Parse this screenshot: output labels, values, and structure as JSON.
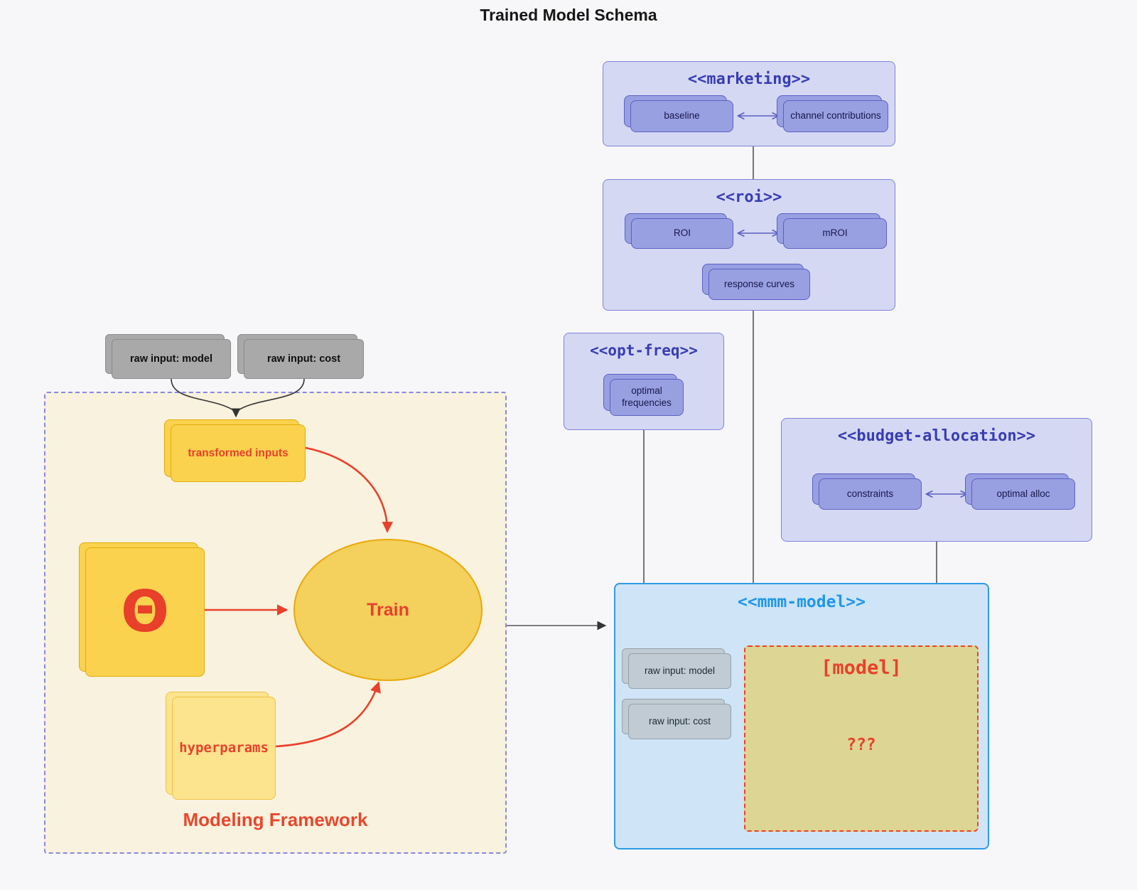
{
  "title": "Trained Model Schema",
  "marketing": {
    "title": "<<marketing>>",
    "baseline": "baseline",
    "channel": "channel contributions"
  },
  "roi": {
    "title": "<<roi>>",
    "roi": "ROI",
    "mroi": "mROI",
    "response": "response curves"
  },
  "optfreq": {
    "title": "<<opt-freq>>",
    "frequencies": "optimal frequencies"
  },
  "budget": {
    "title": "<<budget-allocation>>",
    "constraints": "constraints",
    "alloc": "optimal alloc"
  },
  "mmm": {
    "title": "<<mmm-model>>",
    "raw_model": "raw input: model",
    "raw_cost": "raw input: cost",
    "model": "[model]",
    "unknown": "???"
  },
  "framework": {
    "label": "Modeling Framework",
    "transformed": "transformed inputs",
    "theta": "Θ",
    "train": "Train",
    "hyperparams": "hyperparams"
  },
  "inputs": {
    "raw_model": "raw input: model",
    "raw_cost": "raw input: cost"
  },
  "colors": {
    "accent_red": "#e8412c",
    "node_purple": "#99a0e2",
    "group_purple": "#d5d8f3",
    "purple_title": "#383db3",
    "mmm_blue": "#2e9be6",
    "node_yellow": "#fad24e",
    "model_khaki": "#ddd594",
    "framework_cream": "#f9f2de"
  }
}
